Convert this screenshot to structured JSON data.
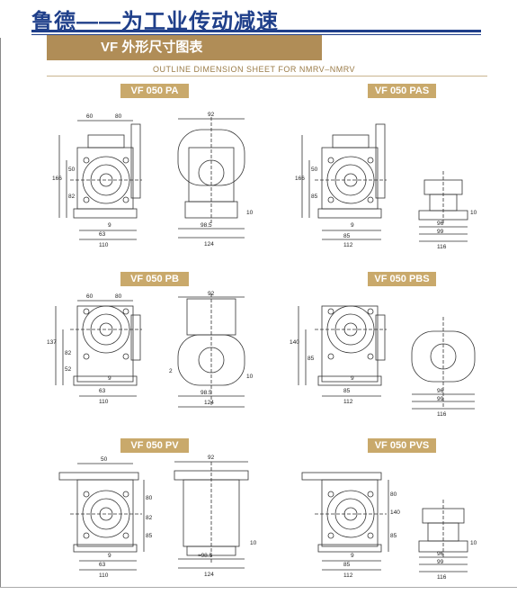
{
  "header": {
    "title": "鲁德——为工业传动减速"
  },
  "banner": {
    "title": "VF 外形尺寸图表",
    "subtitle": "OUTLINE DIMENSION SHEET FOR NMRV–NMRV"
  },
  "models": {
    "pa": {
      "label": "VF 050  PA"
    },
    "pas": {
      "label": "VF 050  PAS"
    },
    "pb": {
      "label": "VF 050 PB"
    },
    "pbs": {
      "label": "VF 050 PBS"
    },
    "pv": {
      "label": "VF 050 PV"
    },
    "pvs": {
      "label": "VF 050 PVS"
    }
  },
  "dims": {
    "d60": "60",
    "d80": "80",
    "d92": "92",
    "d166": "166",
    "d50": "50",
    "d82": "82",
    "d9": "9",
    "d63": "63",
    "d110": "110",
    "d98_5": "98.5",
    "d124": "124",
    "d10": "10",
    "d85": "85",
    "d112": "112",
    "d96": "96",
    "d99": "99",
    "d116": "116",
    "d137": "137",
    "d140": "140",
    "d2": "2",
    "d52": "52",
    "d98_5b": "≈98.5"
  },
  "colors": {
    "brand_blue": "#1f3f8a",
    "gold": "#b08d57",
    "label_gold": "#c9a96b"
  }
}
